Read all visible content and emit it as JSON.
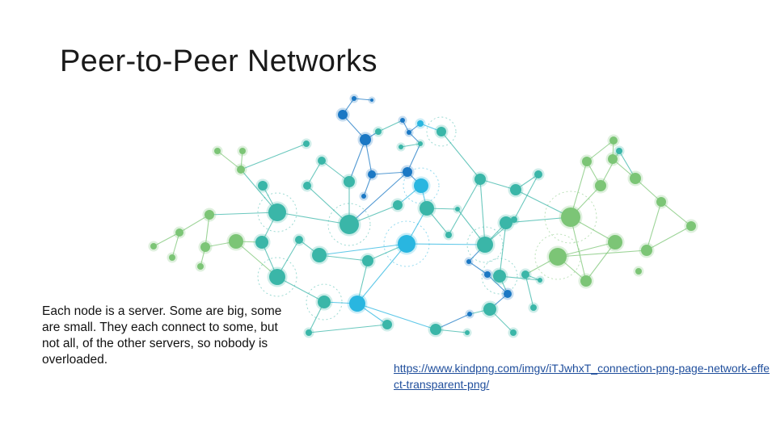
{
  "slide": {
    "title": "Peer-to-Peer Networks",
    "body_text": "Each node is a server. Some are big, some are small. They each connect to some, but not all, of the other servers, so nobody is overloaded.",
    "source_link": "https://www.kindpng.com/imgv/iTJwhxT_connection-png-page-network-effect-transparent-png/"
  },
  "image": {
    "icon": "network-connection-illustration",
    "colors": {
      "green": "#7cc576",
      "light_green": "#9fd08c",
      "teal": "#3ab6a8",
      "cyan": "#29b6e0",
      "blue": "#1b78c4",
      "dark_blue": "#1560a8"
    }
  }
}
